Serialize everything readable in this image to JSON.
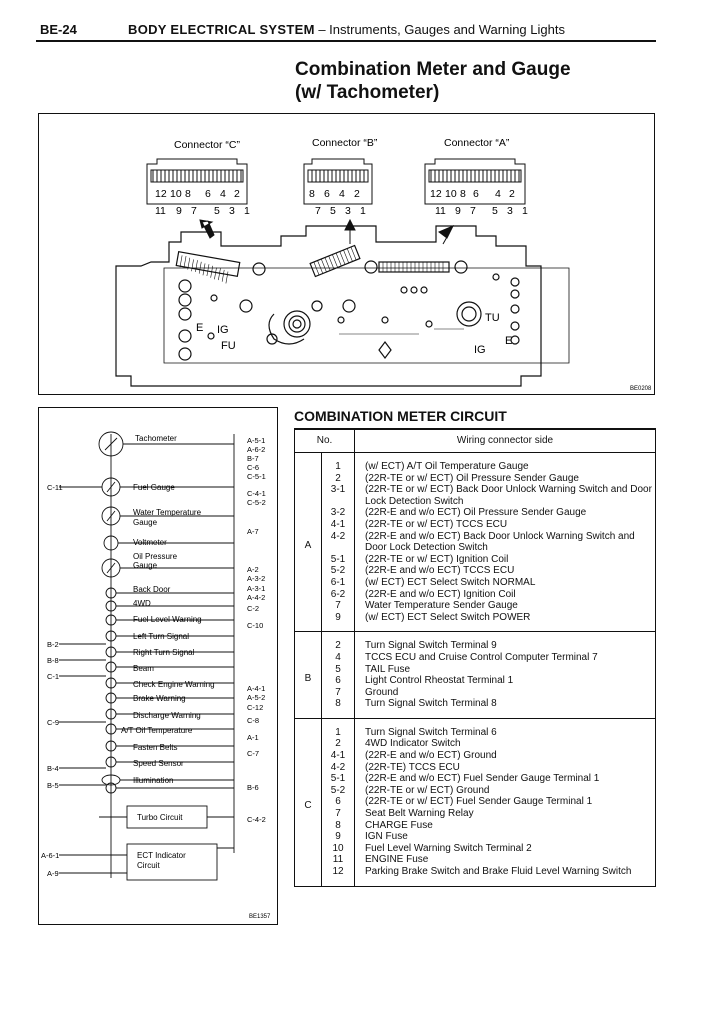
{
  "header": {
    "page_number": "BE-24",
    "section": "BODY ELECTRICAL SYSTEM",
    "subsection": " – Instruments, Gauges and Warning Lights"
  },
  "title": {
    "line1": "Combination Meter and Gauge",
    "line2": "(w/ Tachometer)"
  },
  "figure1": {
    "code": "BE0208",
    "connectors": [
      {
        "label": "Connector “C”",
        "top_pins": [
          "12",
          "10",
          "8",
          "6",
          "4",
          "2"
        ],
        "bottom_pins": [
          "11",
          "9",
          "7",
          "5",
          "3",
          "1"
        ]
      },
      {
        "label": "Connector “B”",
        "top_pins": [
          "8",
          "6",
          "4",
          "2"
        ],
        "bottom_pins": [
          "7",
          "5",
          "3",
          "1"
        ]
      },
      {
        "label": "Connector “A”",
        "top_pins": [
          "12",
          "10",
          "8",
          "6",
          "4",
          "2"
        ],
        "bottom_pins": [
          "11",
          "9",
          "7",
          "5",
          "3",
          "1"
        ]
      }
    ],
    "terminal_labels": {
      "e_left": "E",
      "ig_left": "IG",
      "fu": "FU",
      "tu": "TU",
      "ig_right": "IG",
      "e_right": "E"
    }
  },
  "figure2": {
    "code": "BE1357",
    "components": [
      "Tachometer",
      "Fuel Gauge",
      "Water Temperature",
      "Gauge",
      "Voltmeter",
      "Oil Pressure",
      "Gauge",
      "Back Door",
      "4WD",
      "Fuel Level Warning",
      "Left Turn Signal",
      "Right Turn Signal",
      "Beam",
      "Check Engine Warning",
      "Brake Warning",
      "Discharge Warning",
      "A/T Oil Temperature",
      "Fasten Belts",
      "Speed Sensor",
      "Illumination",
      "Turbo Circuit",
      "ECT Indicator",
      "Circuit"
    ],
    "left_terminals": [
      "C-11",
      "B-2",
      "B-8",
      "C-1",
      "C-9",
      "B-4",
      "B-5",
      "A-6-1",
      "A-9"
    ],
    "right_terminals": [
      "A-5-1",
      "A-6-2",
      "B-7",
      "C-6",
      "C-5-1",
      "C-4-1",
      "C-5-2",
      "A-7",
      "A-2",
      "A-3-2",
      "A-3-1",
      "A-4-2",
      "C-2",
      "C-10",
      "A-4-1",
      "A-5-2",
      "C-12",
      "C-8",
      "A-1",
      "C-7",
      "B-6",
      "C-4-2"
    ]
  },
  "circuit": {
    "title": "COMBINATION METER CIRCUIT",
    "col_no": "No.",
    "col_desc": "Wiring connector side",
    "groups": [
      {
        "name": "A",
        "rows": [
          {
            "no": "1",
            "desc": "(w/ ECT) A/T Oil Temperature Gauge"
          },
          {
            "no": "2",
            "desc": "(22R-TE or w/ ECT) Oil Pressure Sender Gauge"
          },
          {
            "no": "3-1",
            "desc": "(22R-TE or w/ ECT) Back Door Unlock Warning Switch and Door Lock Detection Switch"
          },
          {
            "no": "3-2",
            "desc": "(22R-E and w/o ECT) Oil Pressure Sender Gauge"
          },
          {
            "no": "4-1",
            "desc": "(22R-TE or w/ ECT) TCCS ECU"
          },
          {
            "no": "4-2",
            "desc": "(22R-E and w/o ECT) Back Door Unlock Warning Switch and Door Lock Detection Switch"
          },
          {
            "no": "5-1",
            "desc": "(22R-TE or w/ ECT) Ignition Coil"
          },
          {
            "no": "5-2",
            "desc": "(22R-E and w/o ECT) TCCS ECU"
          },
          {
            "no": "6-1",
            "desc": "(w/ ECT) ECT Select Switch NORMAL"
          },
          {
            "no": "6-2",
            "desc": "(22R-E and w/o ECT) Ignition Coil"
          },
          {
            "no": "7",
            "desc": "Water Temperature Sender Gauge"
          },
          {
            "no": "9",
            "desc": "(w/ ECT) ECT Select Switch POWER"
          }
        ]
      },
      {
        "name": "B",
        "rows": [
          {
            "no": "2",
            "desc": "Turn Signal Switch Terminal 9"
          },
          {
            "no": "4",
            "desc": "TCCS ECU and Cruise Control Computer Terminal 7"
          },
          {
            "no": "5",
            "desc": "TAIL Fuse"
          },
          {
            "no": "6",
            "desc": "Light Control Rheostat Terminal 1"
          },
          {
            "no": "7",
            "desc": "Ground"
          },
          {
            "no": "8",
            "desc": "Turn Signal Switch Terminal 8"
          }
        ]
      },
      {
        "name": "C",
        "rows": [
          {
            "no": "1",
            "desc": "Turn Signal Switch Terminal 6"
          },
          {
            "no": "2",
            "desc": "4WD Indicator Switch"
          },
          {
            "no": "4-1",
            "desc": "(22R-E and w/o ECT) Ground"
          },
          {
            "no": "4-2",
            "desc": "(22R-TE) TCCS ECU"
          },
          {
            "no": "5-1",
            "desc": "(22R-E and w/o ECT) Fuel Sender Gauge Terminal 1"
          },
          {
            "no": "5-2",
            "desc": "(22R-TE or w/ ECT) Ground"
          },
          {
            "no": "6",
            "desc": "(22R-TE or w/ ECT) Fuel Sender Gauge Terminal 1"
          },
          {
            "no": "7",
            "desc": "Seat Belt Warning Relay"
          },
          {
            "no": "8",
            "desc": "CHARGE Fuse"
          },
          {
            "no": "9",
            "desc": "IGN Fuse"
          },
          {
            "no": "10",
            "desc": "Fuel Level Warning Switch Terminal 2"
          },
          {
            "no": "11",
            "desc": "ENGINE Fuse"
          },
          {
            "no": "12",
            "desc": "Parking Brake Switch and Brake Fluid Level Warning Switch"
          }
        ]
      }
    ]
  }
}
